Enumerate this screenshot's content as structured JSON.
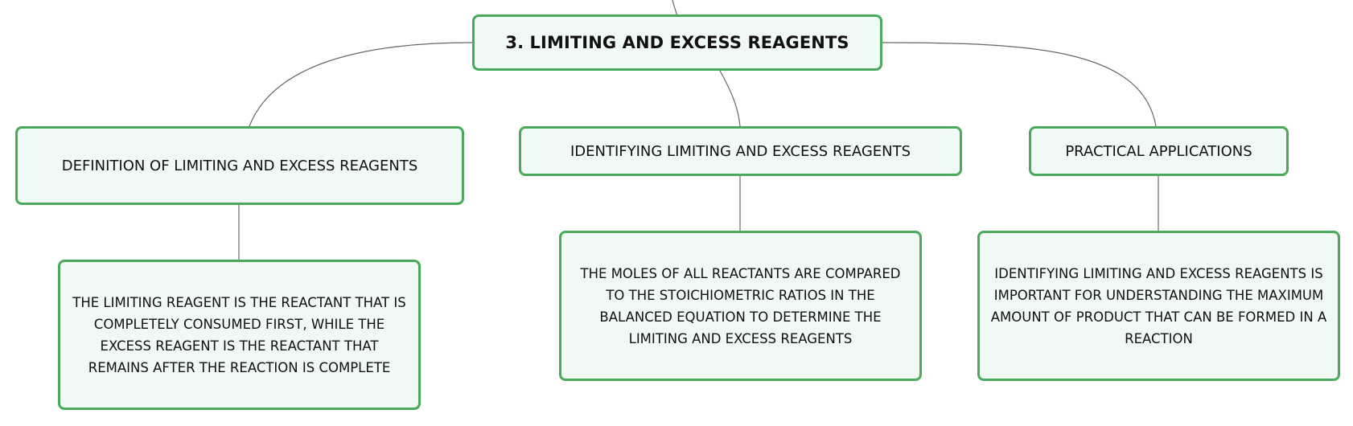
{
  "diagram": {
    "root": {
      "label": "3. LIMITING AND EXCESS REAGENTS"
    },
    "branches": [
      {
        "label": "DEFINITION OF LIMITING AND EXCESS REAGENTS",
        "detail": "THE LIMITING REAGENT IS THE REACTANT THAT IS COMPLETELY CONSUMED FIRST, WHILE THE EXCESS REAGENT IS THE REACTANT THAT REMAINS AFTER THE REACTION IS COMPLETE"
      },
      {
        "label": "IDENTIFYING LIMITING AND EXCESS REAGENTS",
        "detail": "THE MOLES OF ALL REACTANTS ARE COMPARED TO THE STOICHIOMETRIC RATIOS IN THE BALANCED EQUATION TO DETERMINE THE LIMITING AND EXCESS REAGENTS"
      },
      {
        "label": "PRACTICAL APPLICATIONS",
        "detail": "IDENTIFYING LIMITING AND EXCESS REAGENTS IS IMPORTANT FOR UNDERSTANDING THE MAXIMUM AMOUNT OF PRODUCT THAT CAN BE FORMED IN A REACTION"
      }
    ]
  },
  "colors": {
    "node_border": "#4aaa5c",
    "node_fill": "#f1f9f4",
    "connector": "#666666"
  }
}
